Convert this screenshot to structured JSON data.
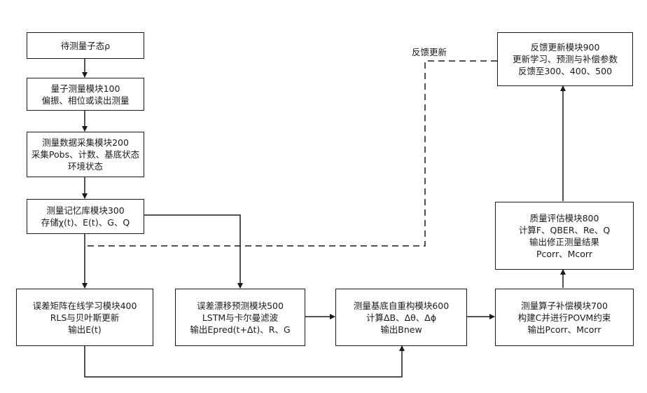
{
  "nodes": {
    "n_state": {
      "lines": [
        "待测量子态ρ"
      ]
    },
    "n100": {
      "lines": [
        "量子测量模块100",
        "偏振、相位或读出测量"
      ]
    },
    "n200": {
      "lines": [
        "测量数据采集模块200",
        "采集Pobs、计数、基底状态",
        "环境状态"
      ]
    },
    "n300": {
      "lines": [
        "测量记忆库模块300",
        "存储χ(t)、E(t)、G、Q"
      ]
    },
    "n400": {
      "lines": [
        "误差矩阵在线学习模块400",
        "RLS与贝叶斯更新",
        "输出E(t)"
      ]
    },
    "n500": {
      "lines": [
        "误差漂移预测模块500",
        "LSTM与卡尔曼滤波",
        "输出Epred(t+Δt)、R、G"
      ]
    },
    "n600": {
      "lines": [
        "测量基底自重构模块600",
        "计算ΔB、Δθ、Δϕ",
        "输出Bnew"
      ]
    },
    "n700": {
      "lines": [
        "测量算子补偿模块700",
        "构建C并进行POVM约束",
        "输出Pcorr、Mcorr"
      ]
    },
    "n800": {
      "lines": [
        "质量评估模块800",
        "计算F、QBER、Re、Q",
        "输出修正测量结果",
        "Pcorr、Mcorr"
      ]
    },
    "n900": {
      "lines": [
        "反馈更新模块900",
        "更新学习、预测与补偿参数",
        "反馈至300、400、500"
      ]
    }
  },
  "feedback_label": "反馈更新"
}
